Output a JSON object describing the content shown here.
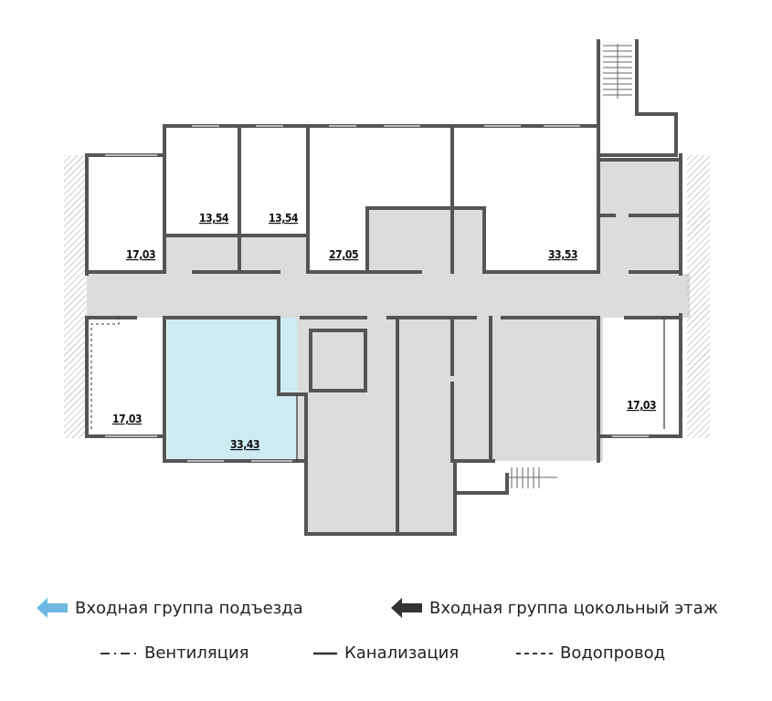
{
  "rooms": [
    {
      "id": "room-left-top",
      "area": "17,03"
    },
    {
      "id": "room-top-1",
      "area": "13,54"
    },
    {
      "id": "room-top-2",
      "area": "13,54"
    },
    {
      "id": "room-top-3",
      "area": "27,05"
    },
    {
      "id": "room-right-top",
      "area": "33,53"
    },
    {
      "id": "room-left-bottom",
      "area": "17,03"
    },
    {
      "id": "room-highlighted",
      "area": "33,43"
    },
    {
      "id": "room-right-bottom",
      "area": "17,03"
    }
  ],
  "legend": {
    "entrance_entry": {
      "label": "Входная группа подъезда",
      "color": "#6bb8e0"
    },
    "entrance_basement": {
      "label": "Входная группа цокольный этаж",
      "color": "#333333"
    },
    "ventilation": {
      "label": "Вентиляция"
    },
    "sewer": {
      "label": "Канализация"
    },
    "water": {
      "label": "Водопровод"
    }
  },
  "colors": {
    "wall": "#555555",
    "corridor": "#dcdcdc",
    "highlight": "#cdebf3"
  }
}
